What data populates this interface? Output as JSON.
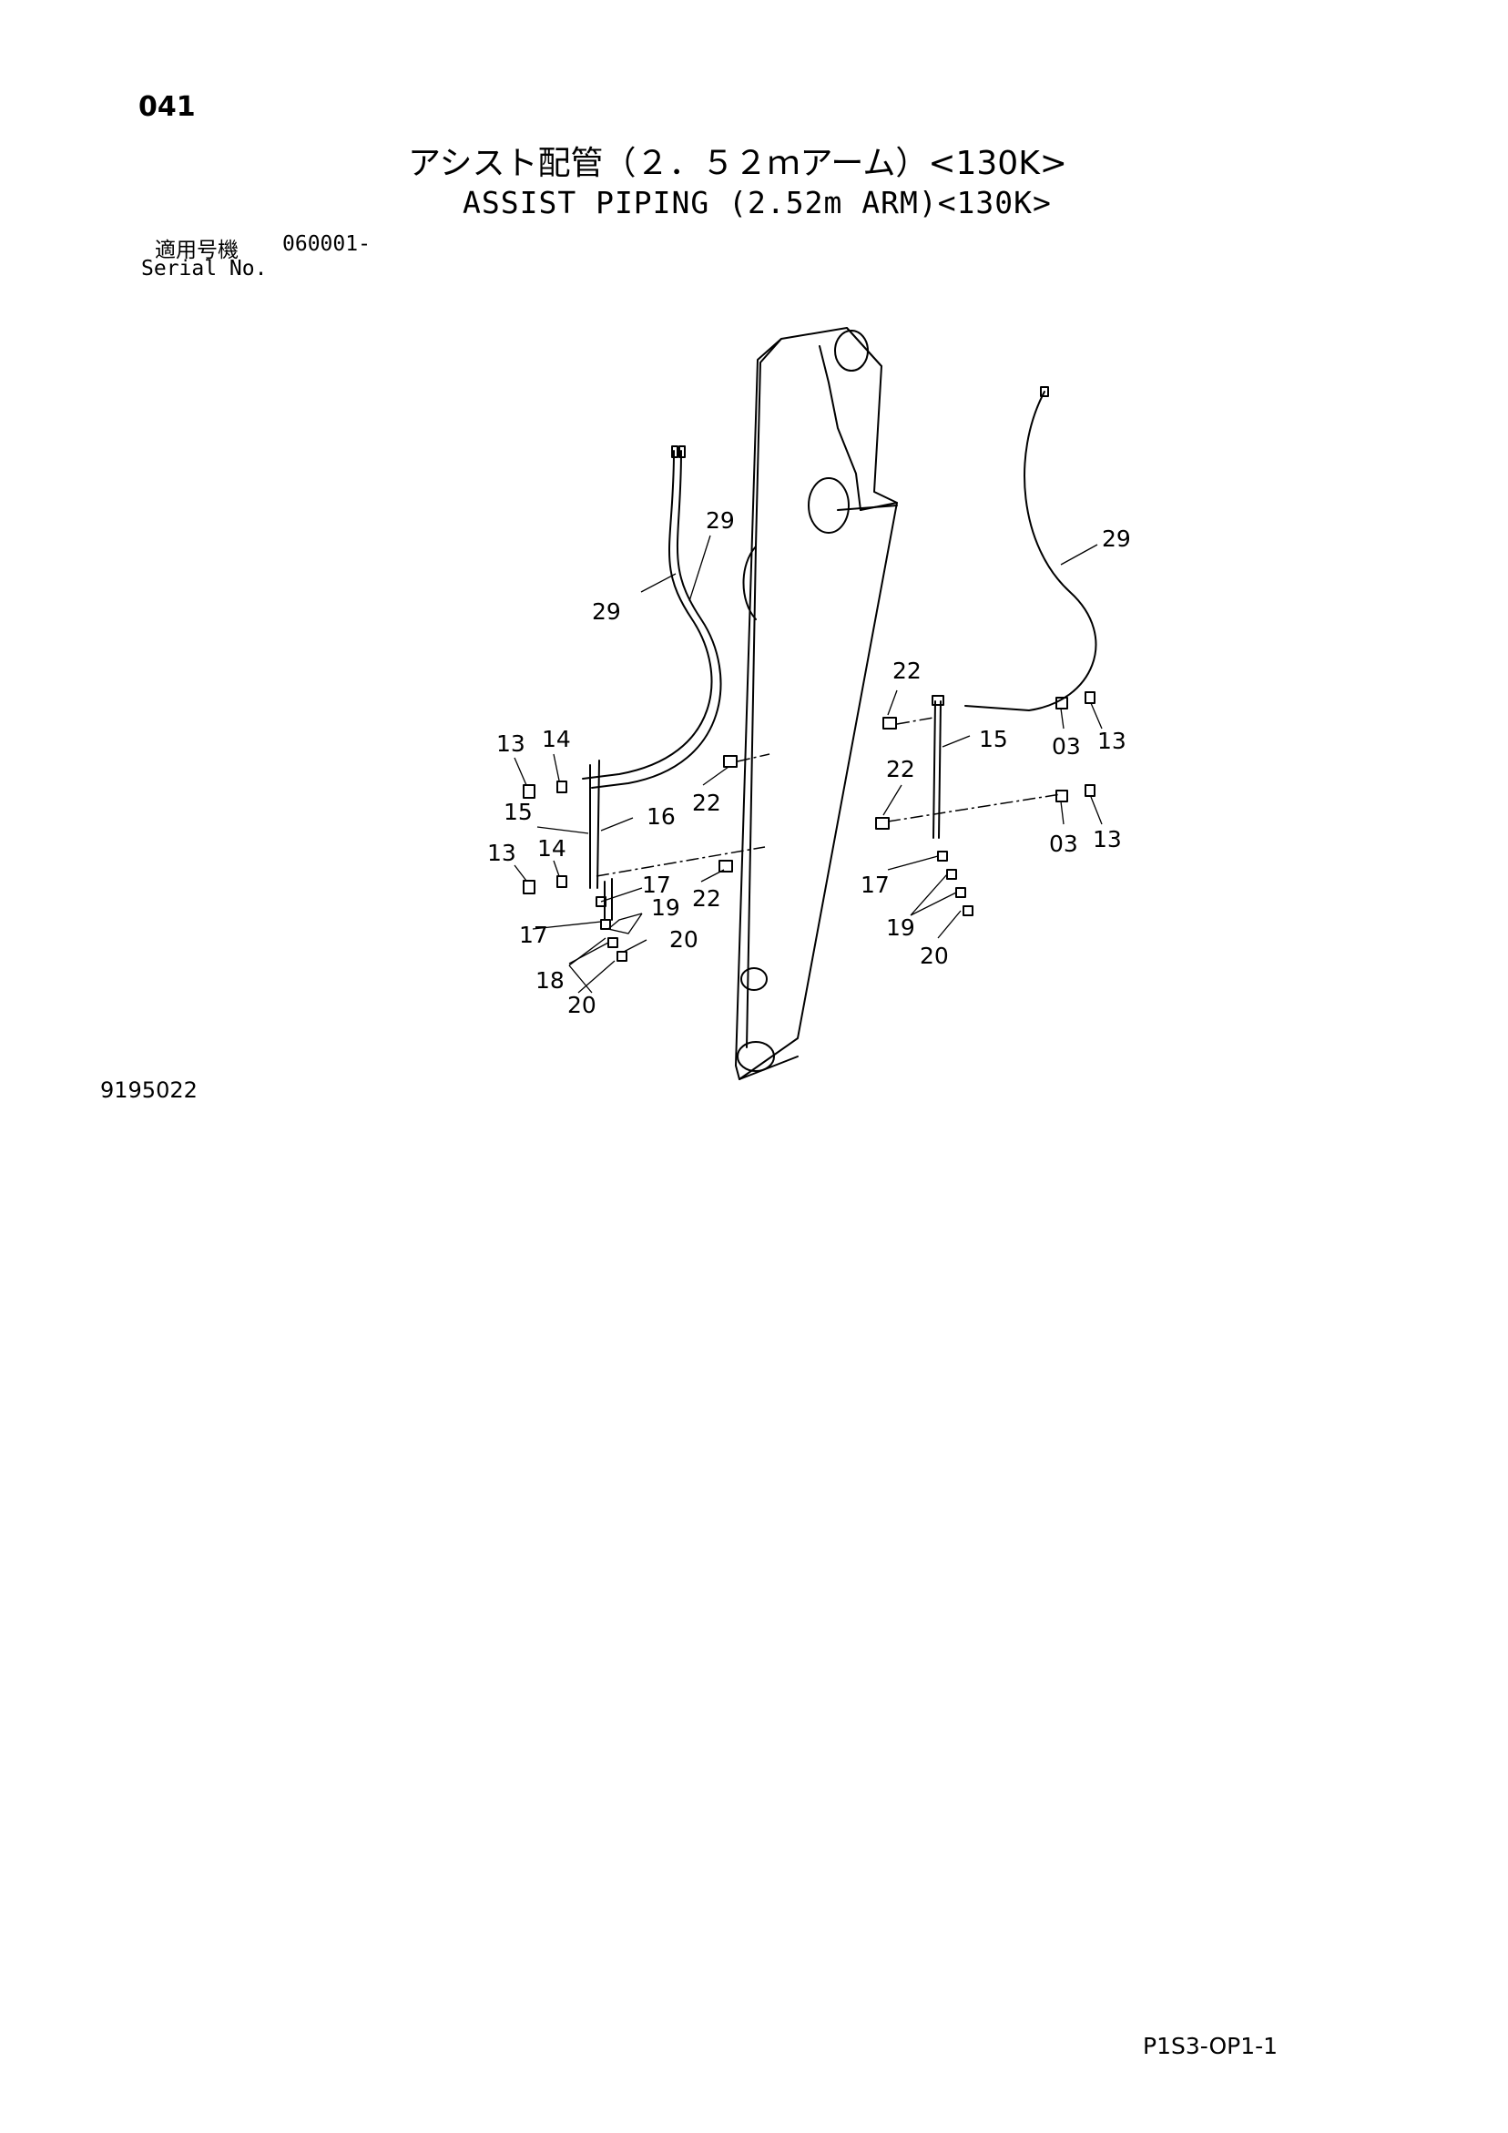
{
  "header": {
    "page_number": "041",
    "title_jp": "アシスト配管（２．５２ｍアーム）<130K>",
    "title_en": "ASSIST PIPING (2.52m ARM)<130K>"
  },
  "serial": {
    "label_jp": "適用号機",
    "range": "060001-",
    "label_en": "Serial No."
  },
  "diagram": {
    "callouts": {
      "l29a": "29",
      "l29b": "29",
      "r29": "29",
      "l13a": "13",
      "l14a": "14",
      "l15": "15",
      "l16": "16",
      "l22a": "22",
      "l13b": "13",
      "l14b": "14",
      "l22b": "22",
      "l17a": "17",
      "l19": "19",
      "l17b": "17",
      "l20a": "20",
      "l18": "18",
      "l20b": "20",
      "r22a": "22",
      "r15": "15",
      "r03a": "03",
      "r13a": "13",
      "r22b": "22",
      "r03b": "03",
      "r13b": "13",
      "r17": "17",
      "r19": "19",
      "r20": "20"
    }
  },
  "footer": {
    "figure_id": "9195022",
    "page_code": "P1S3-OP1-1"
  }
}
